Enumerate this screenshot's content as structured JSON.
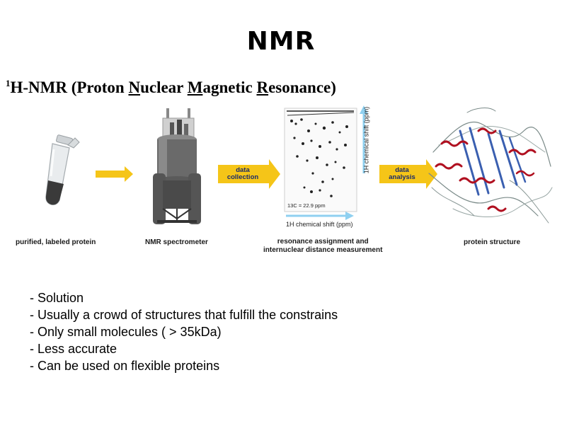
{
  "title": "NMR",
  "subtitle": {
    "sup": "1",
    "prefix": "H-NMR (Proton ",
    "n": "N",
    "n_rest": "uclear ",
    "m": "M",
    "m_rest": "agnetic ",
    "r": "R",
    "r_rest": "esonance)"
  },
  "diagram": {
    "captions": {
      "tube": "purified, labeled protein",
      "spectrometer": "NMR spectrometer",
      "spectrum_line1": "resonance assignment and",
      "spectrum_line2": "internuclear distance measurement",
      "structure": "protein structure"
    },
    "arrow1": {
      "line1": "data",
      "line2": "collection"
    },
    "arrow2": {
      "line1": "data",
      "line2": "analysis"
    },
    "spectrum": {
      "y_axis_label": "1H chemical shift (ppm)",
      "x_axis_label": "1H chemical shift (ppm)",
      "inset_label": "13C = 22.9 ppm"
    }
  },
  "bullets": [
    "- Solution",
    "- Usually a crowd of structures that fulfill the constrains",
    "- Only small molecules ( > 35kDa)",
    "- Less accurate",
    "- Can be used on flexible proteins"
  ],
  "colors": {
    "arrow_yellow": "#f5c518",
    "arrow_text": "#1a2a6a",
    "axis_arrow_blue": "#8fd0f0",
    "helix_red": "#b01020",
    "strand_blue": "#3a5fb0",
    "coil_gray": "#7a8a88"
  }
}
